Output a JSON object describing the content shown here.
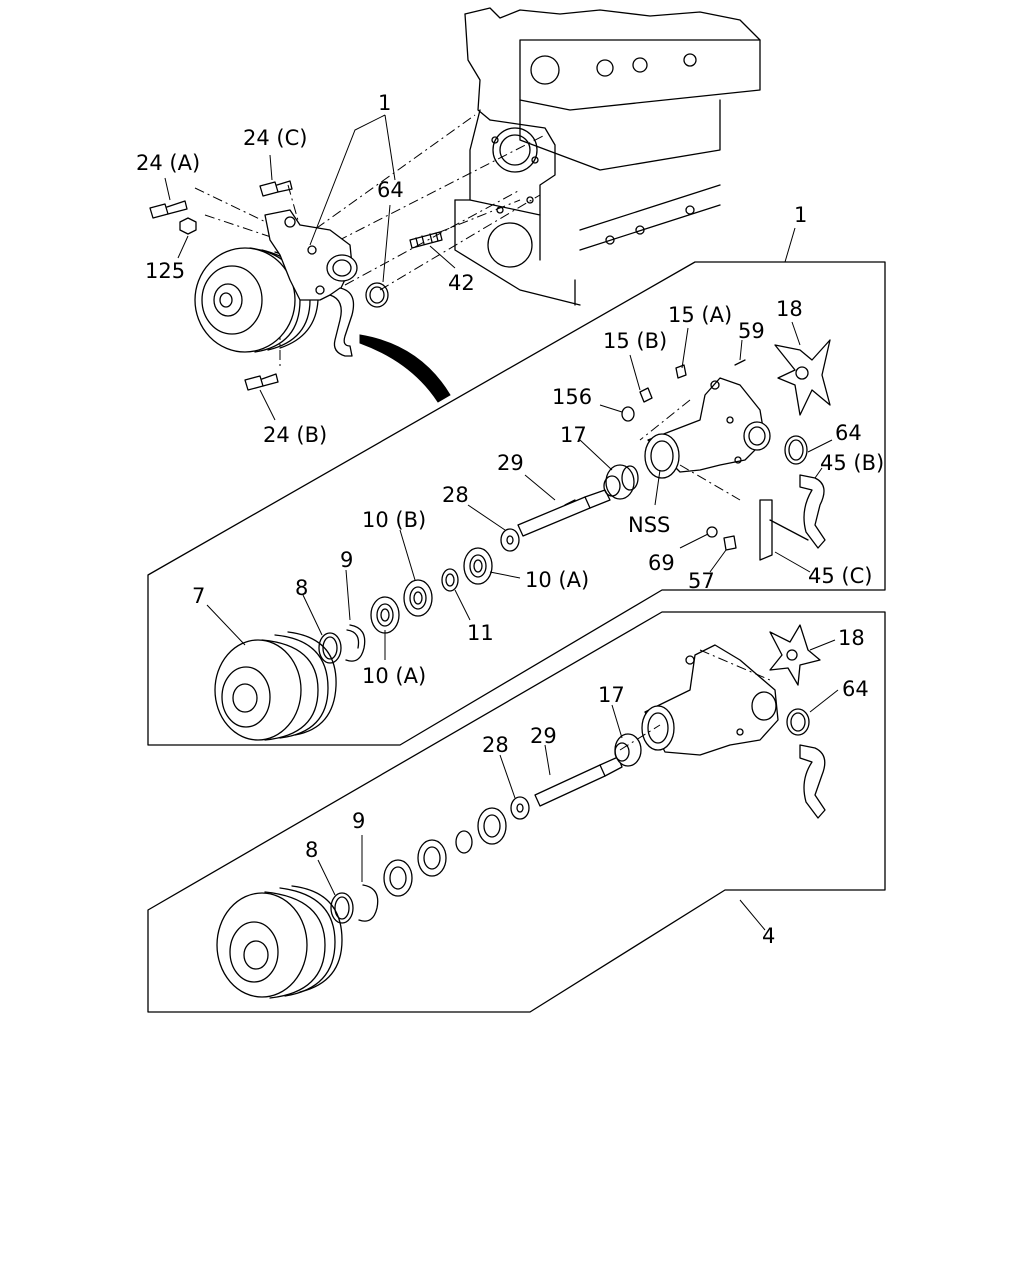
{
  "labels": {
    "asm1_top": "1",
    "bolt_24a": "24 (A)",
    "bolt_24c": "24 (C)",
    "oring_64_top": "64",
    "nut_125": "125",
    "stud_42": "42",
    "bolt_24b": "24 (B)",
    "asm1_right": "1",
    "part_18_top": "18",
    "part_15a": "15 (A)",
    "part_15b": "15 (B)",
    "part_59": "59",
    "part_156": "156",
    "part_17_mid": "17",
    "part_64_mid": "64",
    "part_45b": "45 (B)",
    "part_29_mid": "29",
    "part_28_mid": "28",
    "part_nss": "NSS",
    "part_10b": "10 (B)",
    "part_69": "69",
    "part_57": "57",
    "part_45c": "45 (C)",
    "part_10a_right": "10 (A)",
    "part_9_mid": "9",
    "part_7": "7",
    "part_8_mid": "8",
    "part_11": "11",
    "part_10a_bottom": "10 (A)",
    "part_18_low": "18",
    "part_64_low": "64",
    "part_17_low": "17",
    "part_28_low": "28",
    "part_29_low": "29",
    "part_9_low": "9",
    "part_8_low": "8",
    "asm4": "4"
  }
}
